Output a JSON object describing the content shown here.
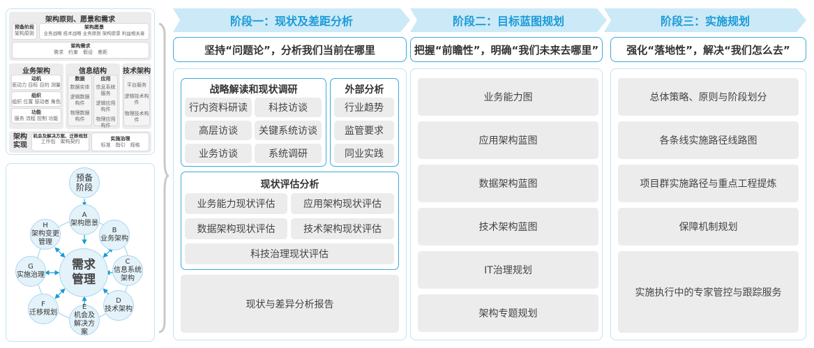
{
  "left_top": {
    "title": "架构原则、愿景和需求",
    "prep": {
      "title": "预备阶段",
      "items": "架构原则"
    },
    "vision": {
      "title": "架构愿景",
      "items": "业务战略 技术战略 业务原则 架构愿景 利益相关者"
    },
    "req": {
      "title": "架构需求",
      "items": "需求　约束　假设　差距"
    },
    "biz": {
      "title": "业务架构",
      "groups": [
        {
          "title": "动机",
          "items": "驱动力 目标 目的 测量"
        },
        {
          "title": "组织",
          "items": "组织 位置 驱动者 角色"
        },
        {
          "title": "功能",
          "items": "服务 流程 控制 功能"
        }
      ]
    },
    "info": {
      "title": "信息结构",
      "data": {
        "title": "数据",
        "items": [
          "数据实体",
          "逻辑数据构件",
          "物理数据构件"
        ]
      },
      "app": {
        "title": "应用",
        "items": [
          "信息系统服务",
          "逻辑应用构件",
          "物理应用构件"
        ]
      }
    },
    "tech": {
      "title": "技术架构",
      "items": [
        "平台服务",
        "逻辑技术构件",
        "物理技术构件"
      ]
    },
    "impl": {
      "title": "架构实现",
      "opp": {
        "title": "机会及解决方案、迁移规划",
        "items": "工作包　架构契约"
      },
      "gov": {
        "title": "实施治理",
        "items": "标准　指引　规格"
      }
    }
  },
  "cycle": {
    "center": "需求管理",
    "prep": "预备阶段",
    "phases": [
      {
        "letter": "A",
        "label": "架构愿景"
      },
      {
        "letter": "B",
        "label": "业务架构"
      },
      {
        "letter": "C",
        "label": "信息系统架构"
      },
      {
        "letter": "D",
        "label": "技术架构"
      },
      {
        "letter": "E",
        "label": "机会及解决方案"
      },
      {
        "letter": "F",
        "label": "迁移规划"
      },
      {
        "letter": "G",
        "label": "实施治理"
      },
      {
        "letter": "H",
        "label": "架构变更管理"
      }
    ]
  },
  "stages": [
    {
      "title": "阶段一：现状及差距分析",
      "subtitle": "坚持“问题论”，分析我们当前在哪里",
      "strategy": {
        "title": "战略解读和现状调研",
        "items": [
          "行内资料研读",
          "科技访谈",
          "高层访谈",
          "关键系统访谈",
          "业务访谈",
          "系统调研"
        ]
      },
      "external": {
        "title": "外部分析",
        "items": [
          "行业趋势",
          "监管要求",
          "同业实践"
        ]
      },
      "assessment": {
        "title": "现状评估分析",
        "items": [
          "业务能力现状评估",
          "应用架构现状评估",
          "数据架构现状评估",
          "技术架构现状评估",
          "科技治理现状评估"
        ]
      },
      "report": "现状与差异分析报告"
    },
    {
      "title": "阶段二：目标蓝图规划",
      "subtitle": "把握“前瞻性”，明确“我们未来去哪里”",
      "items": [
        "业务能力图",
        "应用架构蓝图",
        "数据架构蓝图",
        "技术架构蓝图",
        "IT治理规划",
        "架构专题规划"
      ]
    },
    {
      "title": "阶段三：实施规划",
      "subtitle": "强化“落地性”，解决“我们怎么去”",
      "items": [
        "总体策略、原则与阶段划分",
        "各条线实施路径线路图",
        "项目群实施路径与重点工程提炼",
        "保障机制规划",
        "实施执行中的专家管控与跟踪服务"
      ]
    }
  ],
  "colors": {
    "accent": "#1a9bd7",
    "header_bg": "#cce9f8",
    "border": "#3aa9dc",
    "cell_bg": "#ececec"
  }
}
